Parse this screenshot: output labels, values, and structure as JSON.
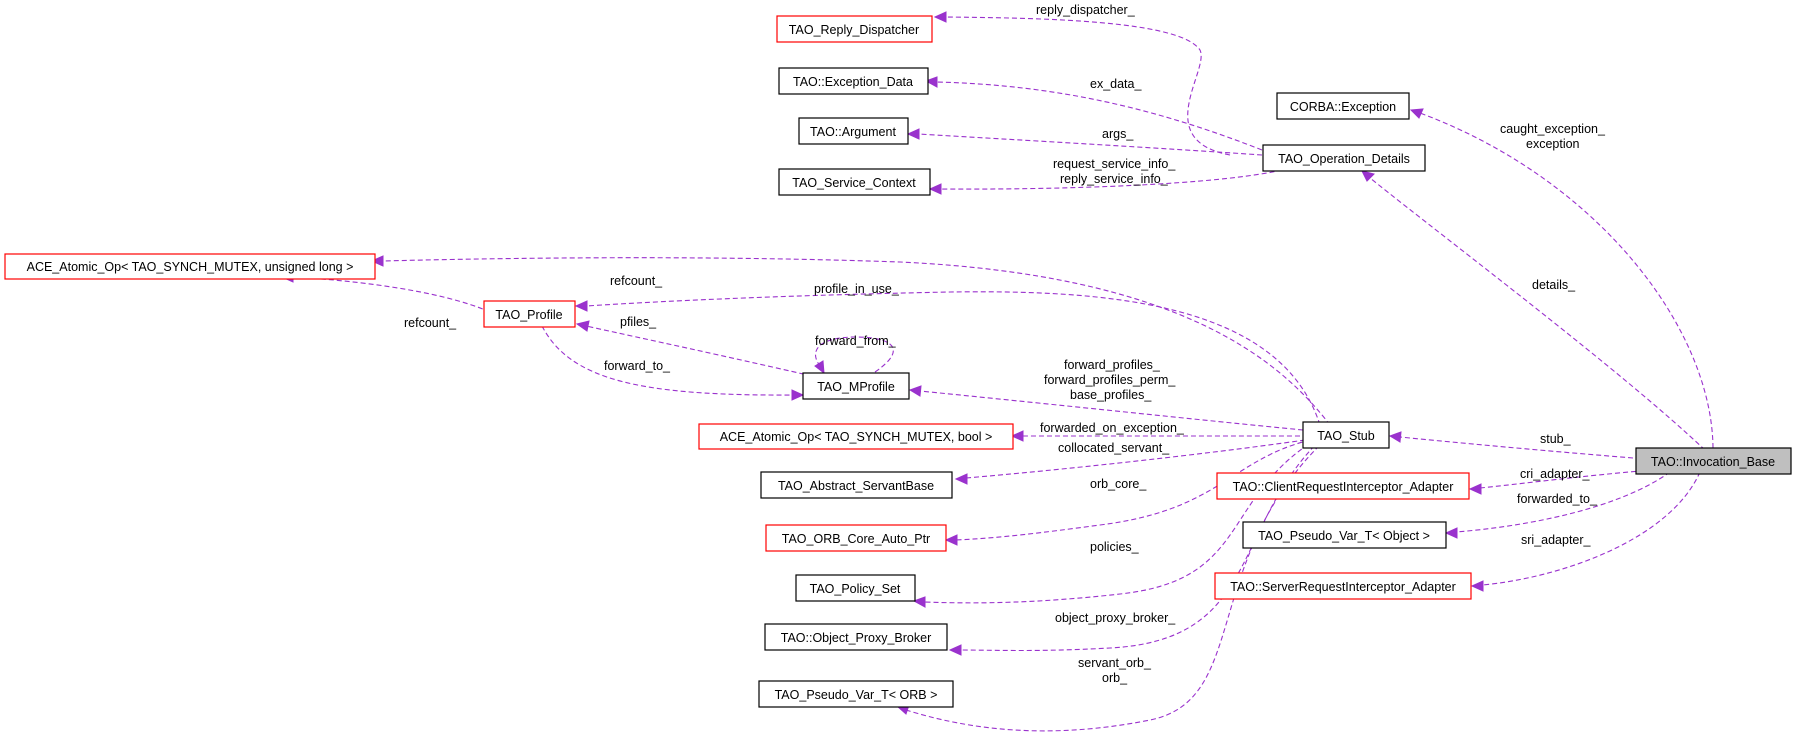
{
  "nodes": {
    "reply_dispatcher": "TAO_Reply_Dispatcher",
    "exception_data": "TAO::Exception_Data",
    "argument": "TAO::Argument",
    "service_context": "TAO_Service_Context",
    "corba_exception": "CORBA::Exception",
    "operation_details": "TAO_Operation_Details",
    "atomic_ulong": "ACE_Atomic_Op< TAO_SYNCH_MUTEX, unsigned long >",
    "profile": "TAO_Profile",
    "mprofile": "TAO_MProfile",
    "atomic_bool": "ACE_Atomic_Op< TAO_SYNCH_MUTEX, bool >",
    "stub": "TAO_Stub",
    "invocation_base": "TAO::Invocation_Base",
    "abstract_servant": "TAO_Abstract_ServantBase",
    "cri_adapter": "TAO::ClientRequestInterceptor_Adapter",
    "orb_core_auto_ptr": "TAO_ORB_Core_Auto_Ptr",
    "pseudo_object": "TAO_Pseudo_Var_T< Object >",
    "policy_set": "TAO_Policy_Set",
    "sri_adapter": "TAO::ServerRequestInterceptor_Adapter",
    "object_proxy_broker": "TAO::Object_Proxy_Broker",
    "pseudo_orb": "TAO_Pseudo_Var_T< ORB >"
  },
  "edges": {
    "reply_dispatcher": [
      "reply_dispatcher_"
    ],
    "ex_data": [
      "ex_data_"
    ],
    "args": [
      "args_"
    ],
    "service_info": [
      "request_service_info_",
      "reply_service_info_"
    ],
    "caught_exception": [
      "caught_exception_",
      "exception"
    ],
    "stub_refcount": [
      "refcount_"
    ],
    "profile_refcount": [
      "refcount_"
    ],
    "profile_in_use": [
      "profile_in_use_"
    ],
    "details": [
      "details_"
    ],
    "pfiles": [
      "pfiles_"
    ],
    "forward_from": [
      "forward_from_"
    ],
    "forward_to": [
      "forward_to_"
    ],
    "forward_profiles": [
      "forward_profiles_",
      "forward_profiles_perm_",
      "base_profiles_"
    ],
    "forwarded_on_exception": [
      "forwarded_on_exception_"
    ],
    "stub": [
      "stub_"
    ],
    "collocated_servant": [
      "collocated_servant_"
    ],
    "cri_adapter": [
      "cri_adapter_"
    ],
    "orb_core": [
      "orb_core_"
    ],
    "forwarded_to": [
      "forwarded_to_"
    ],
    "sri_adapter": [
      "sri_adapter_"
    ],
    "policies": [
      "policies_"
    ],
    "object_proxy_broker": [
      "object_proxy_broker_"
    ],
    "servant_orb": [
      "servant_orb_",
      "orb_"
    ]
  },
  "colors": {
    "edge": "#9a32cd",
    "border_normal": "#000000",
    "border_red": "#ff0000",
    "focus_fill": "#bfbfbf"
  }
}
